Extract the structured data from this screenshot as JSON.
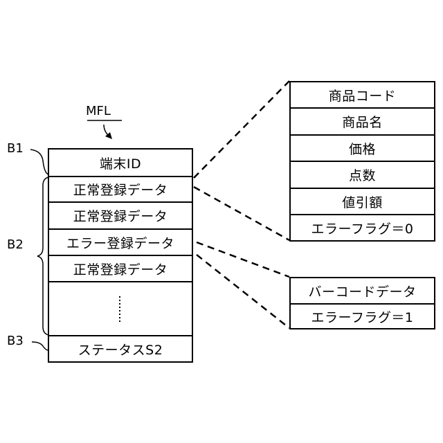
{
  "pointer_label": "MFL",
  "brackets": [
    "B1",
    "B2",
    "B3"
  ],
  "left_table": {
    "rows": [
      "端末ID",
      "正常登録データ",
      "正常登録データ",
      "エラー登録データ",
      "正常登録データ",
      "",
      "ステータスS2"
    ]
  },
  "right_top_table": {
    "rows": [
      "商品コード",
      "商品名",
      "価格",
      "点数",
      "値引額",
      "エラーフラグ＝0"
    ]
  },
  "right_bottom_table": {
    "rows": [
      "バーコードデータ",
      "エラーフラグ＝1"
    ]
  }
}
